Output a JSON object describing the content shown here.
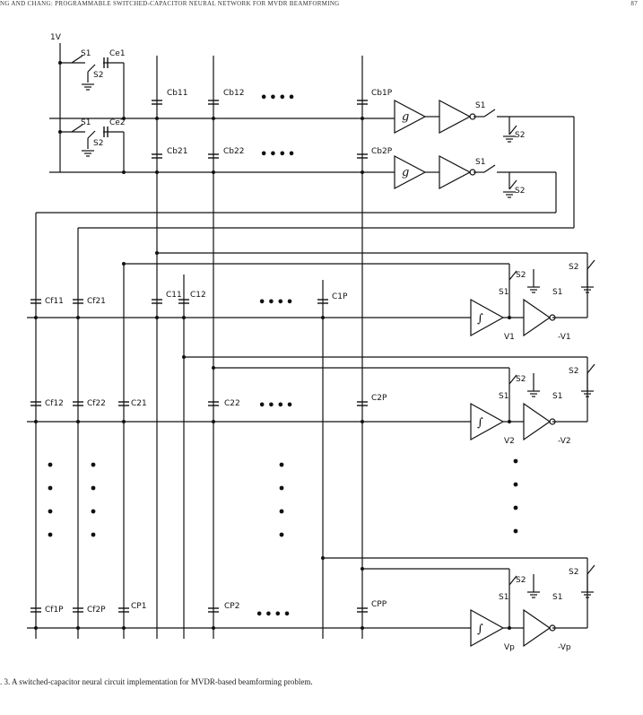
{
  "header": {
    "running_title": "NG AND CHANG: PROGRAMMABLE SWITCHED-CAPACITOR NEURAL NETWORK FOR MVDR BEAMFORMING",
    "page_number": "87"
  },
  "caption": ". 3.   A switched-capacitor neural circuit implementation for MVDR-based beamforming problem.",
  "supply": "1V",
  "switches": {
    "s1": "S1",
    "s2": "S2"
  },
  "constraint_caps": {
    "ce1": "Ce1",
    "ce2": "Ce2"
  },
  "b_caps": [
    "Cb11",
    "Cb12",
    "Cb1P",
    "Cb21",
    "Cb22",
    "Cb2P"
  ],
  "gain_symbol": "g",
  "integrator_symbol": "∫",
  "ellipsis": "••••",
  "f_caps": [
    "Cf11",
    "Cf21",
    "Cf12",
    "Cf22",
    "Cf1P",
    "Cf2P"
  ],
  "c_caps": [
    "C11",
    "C12",
    "C1P",
    "C21",
    "C22",
    "C2P",
    "CP1",
    "CP2",
    "CPP"
  ],
  "outputs": [
    "V1",
    "-V1",
    "V2",
    "-V2",
    "Vp",
    "-Vp"
  ]
}
